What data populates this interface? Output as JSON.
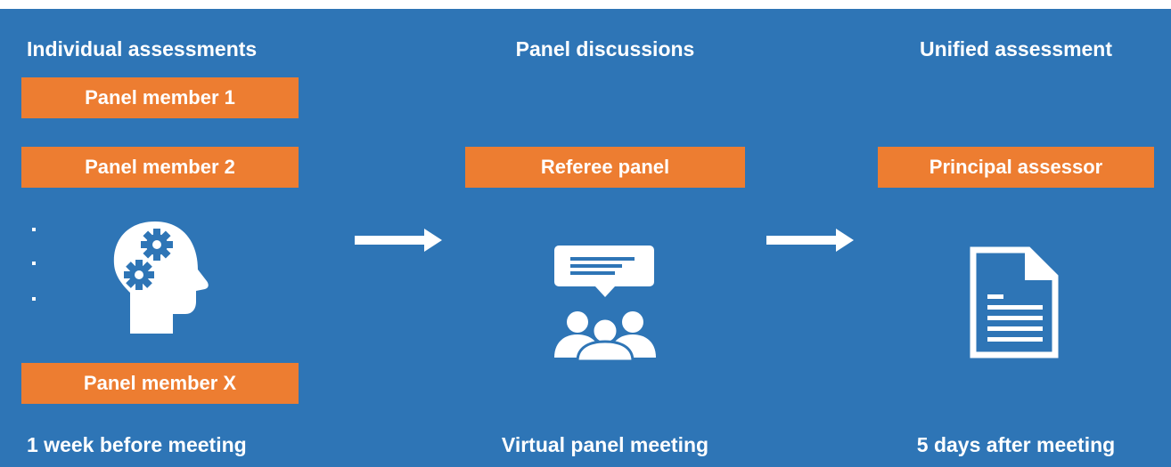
{
  "colors": {
    "background": "#2E75B6",
    "box": "#ED7D31",
    "text": "#FFFFFF"
  },
  "columns": [
    {
      "heading": "Individual assessments",
      "boxes": [
        "Panel member 1",
        "Panel member 2",
        "Panel member X"
      ],
      "icon": "head-gears-icon",
      "footer": "1 week before meeting"
    },
    {
      "heading": "Panel discussions",
      "boxes": [
        "Referee panel"
      ],
      "icon": "group-discussion-icon",
      "footer": "Virtual panel meeting"
    },
    {
      "heading": "Unified assessment",
      "boxes": [
        "Principal assessor"
      ],
      "icon": "document-icon",
      "footer": "5 days after meeting"
    }
  ]
}
